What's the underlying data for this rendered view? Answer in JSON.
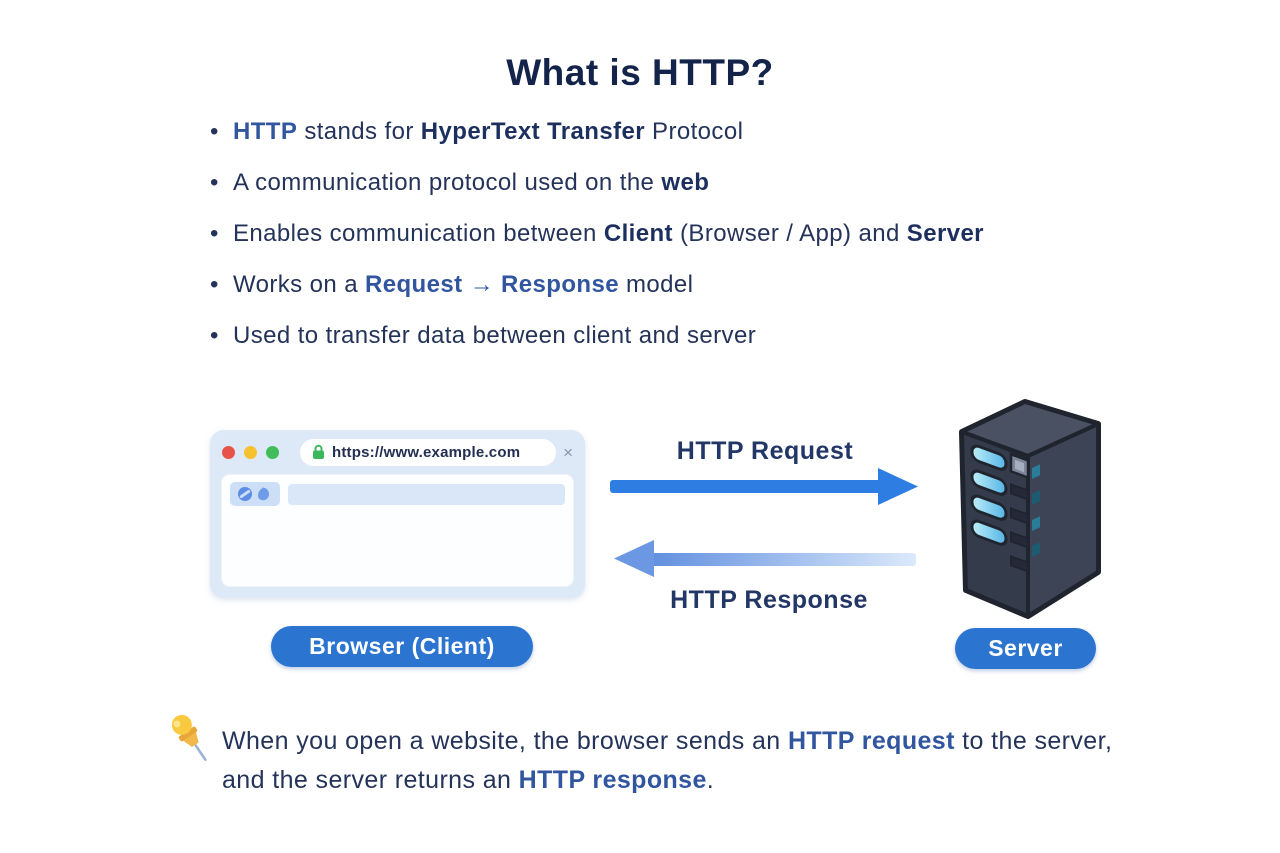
{
  "title": "What is HTTP?",
  "bullet_char": "•",
  "bullets": [
    {
      "segments": [
        {
          "text": "HTTP"
        },
        {
          "text": " stands for "
        },
        {
          "text": "HyperText Transfer"
        },
        {
          "text": " Protocol"
        }
      ]
    },
    {
      "segments": [
        {
          "text": "A communication protocol used on the "
        },
        {
          "text": "web"
        }
      ]
    },
    {
      "segments": [
        {
          "text": "Enables communication between "
        },
        {
          "text": "Client"
        },
        {
          "text": " (Browser / App) and "
        },
        {
          "text": "Server"
        }
      ]
    },
    {
      "segments": [
        {
          "text": "Works on a "
        },
        {
          "text": "Request → Response"
        },
        {
          "text": " model"
        }
      ]
    },
    {
      "segments": [
        {
          "text": "Used to transfer data between client and server"
        }
      ]
    }
  ],
  "diagram": {
    "browser": {
      "url": "https://www.example.com",
      "close_glyph": "×",
      "label": "Browser (Client)"
    },
    "server": {
      "label": "Server"
    },
    "request_label": "HTTP Request",
    "response_label": "HTTP Response"
  },
  "note": {
    "segments": [
      {
        "text": "When you open a website, the browser sends an "
      },
      {
        "text": "HTTP request"
      },
      {
        "text": " to the server, and the server returns an "
      },
      {
        "text": "HTTP response"
      },
      {
        "text": "."
      }
    ]
  },
  "colors": {
    "text_dark": "#243359",
    "accent_blue": "#31569f",
    "badge_blue": "#2b74d0",
    "request_arrow": "#2e7de2",
    "response_arrow_light": "#dbe9fb",
    "response_arrow_dark": "#5f8ede",
    "lock_green": "#3cb85c"
  }
}
